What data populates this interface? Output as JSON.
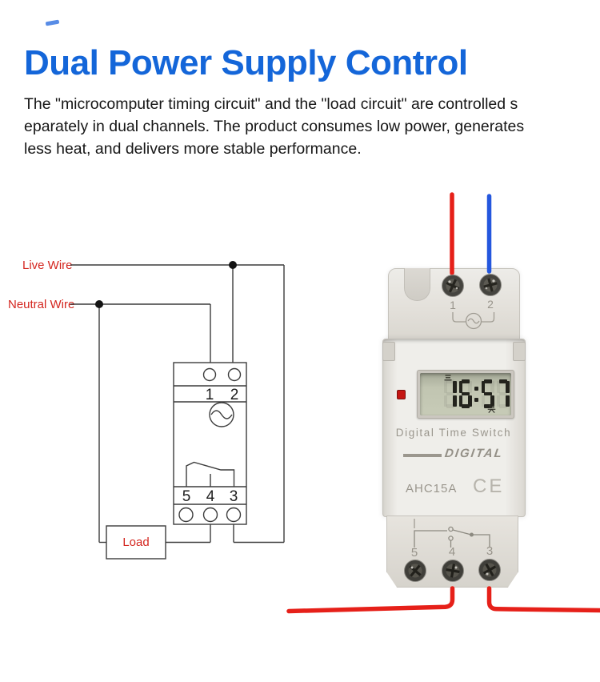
{
  "header": {
    "title": "Dual Power Supply Control",
    "description_lines": [
      "The \"microcomputer timing circuit\" and the \"load circuit\" are controlled s",
      "eparately in dual channels. The product consumes low power, generates",
      "less heat, and delivers more stable performance."
    ]
  },
  "wiring_diagram": {
    "live_wire_label": "Live Wire",
    "neutral_wire_label": "Neutral Wire",
    "load_label": "Load",
    "top_terminals": [
      "1",
      "2"
    ],
    "bottom_terminals": [
      "5",
      "4",
      "3"
    ]
  },
  "device": {
    "top_terminals": [
      "1",
      "2"
    ],
    "bottom_terminals": [
      "5",
      "4",
      "3"
    ],
    "lcd": {
      "day_indicator": "三",
      "time": "16:57",
      "off_indicator": "关"
    },
    "product_label": "Digital Time Switch",
    "brand": "DIGITAL",
    "model": "AHC15A",
    "certification": "CE"
  },
  "colors": {
    "title_blue": "#1466d9",
    "label_red": "#d4261f",
    "wire_red": "#e62019",
    "wire_blue": "#2457de",
    "lcd_screen": "#c1c5b1",
    "led_red": "#c41512"
  }
}
